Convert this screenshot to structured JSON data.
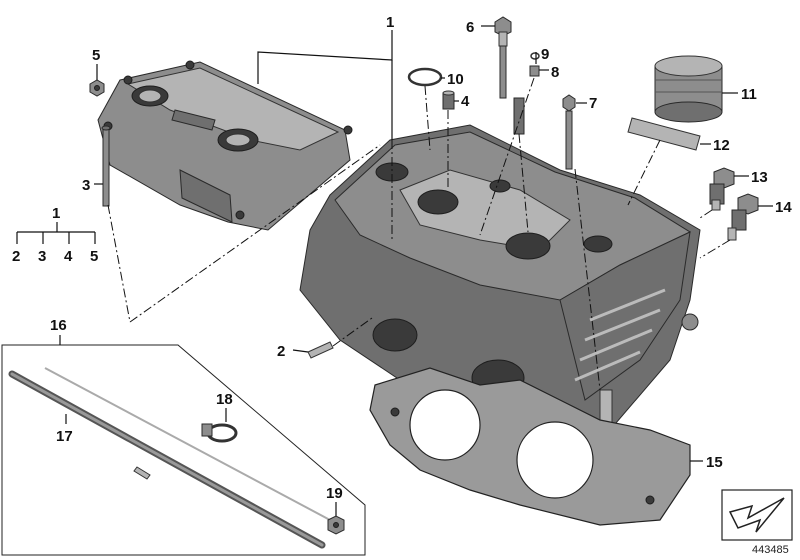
{
  "diagram": {
    "callouts": {
      "c1": "1",
      "c2": "2",
      "c3": "3",
      "c4": "4",
      "c5": "5",
      "c6": "6",
      "c7": "7",
      "c8": "8",
      "c9": "9",
      "c10": "10",
      "c11": "11",
      "c12": "12",
      "c13": "13",
      "c14": "14",
      "c15": "15",
      "c16": "16",
      "c17": "17",
      "c18": "18",
      "c19": "19"
    },
    "legend": {
      "parent": "1",
      "children": [
        "2",
        "3",
        "4",
        "5"
      ]
    },
    "document_number": "443485",
    "colors": {
      "line": "#111111",
      "part_dark": "#6f6f6f",
      "part_mid": "#8d8d8d",
      "part_light": "#b4b4b4"
    },
    "icons": {
      "nav_arrow": "arrow-down-left-icon"
    }
  }
}
